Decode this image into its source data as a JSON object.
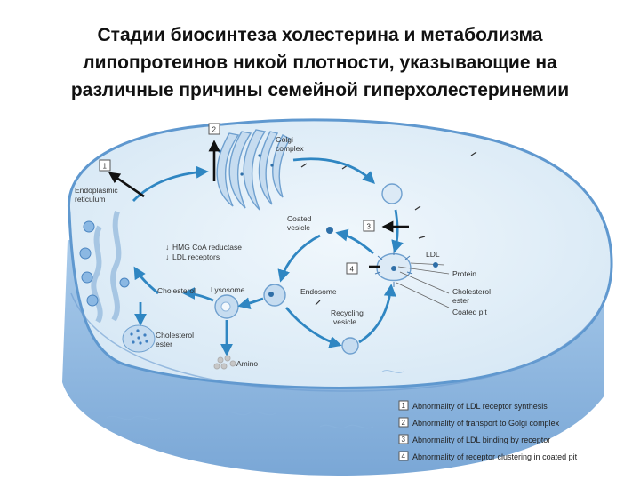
{
  "title": {
    "line1": "Стадии биосинтеза холестерина и метаболизма",
    "line2": "липопротеинов никой плотности, указывающие на",
    "line3": "различные причины семейной гиперхолестеринемии"
  },
  "labels": {
    "golgi_line1": "Golgi",
    "golgi_line2": "complex",
    "er_line1": "Endoplasmic",
    "er_line2": "reticulum",
    "coated_vesicle_line1": "Coated",
    "coated_vesicle_line2": "vesicle",
    "hmg": "HMG CoA reductase",
    "ldl_receptors": "LDL receptors",
    "cholesterol": "Cholesterol",
    "lysosome": "Lysosome",
    "endosome": "Endosome",
    "recycling_line1": "Recycling",
    "recycling_line2": "vesicle",
    "cholesterol_ester_line1": "Cholesterol",
    "cholesterol_ester_line2": "ester",
    "amino": "Amino",
    "ldl": "LDL",
    "protein": "Protein",
    "chol_ester2_line1": "Cholesterol",
    "chol_ester2_line2": "ester",
    "coated_pit": "Coated pit",
    "down_arrow_glyph": "↓"
  },
  "boxes": [
    "1",
    "2",
    "3",
    "4"
  ],
  "legend": [
    {
      "num": "1",
      "text": "Abnormality of LDL receptor synthesis"
    },
    {
      "num": "2",
      "text": "Abnormality of transport to Golgi complex"
    },
    {
      "num": "3",
      "text": "Abnormality of LDL binding by receptor"
    },
    {
      "num": "4",
      "text": "Abnormality of receptor clustering in coated pit"
    }
  ],
  "colors": {
    "cell_top": "#e6f1f9",
    "cell_side": "#9ec2e6",
    "cell_bottom": "#7faad8",
    "membrane": "#5f98cf",
    "arrow": "#2f86c2",
    "block_arrow": "#111111",
    "organelle": "#c6dcf0",
    "organelle_stroke": "#6fa0cf"
  }
}
